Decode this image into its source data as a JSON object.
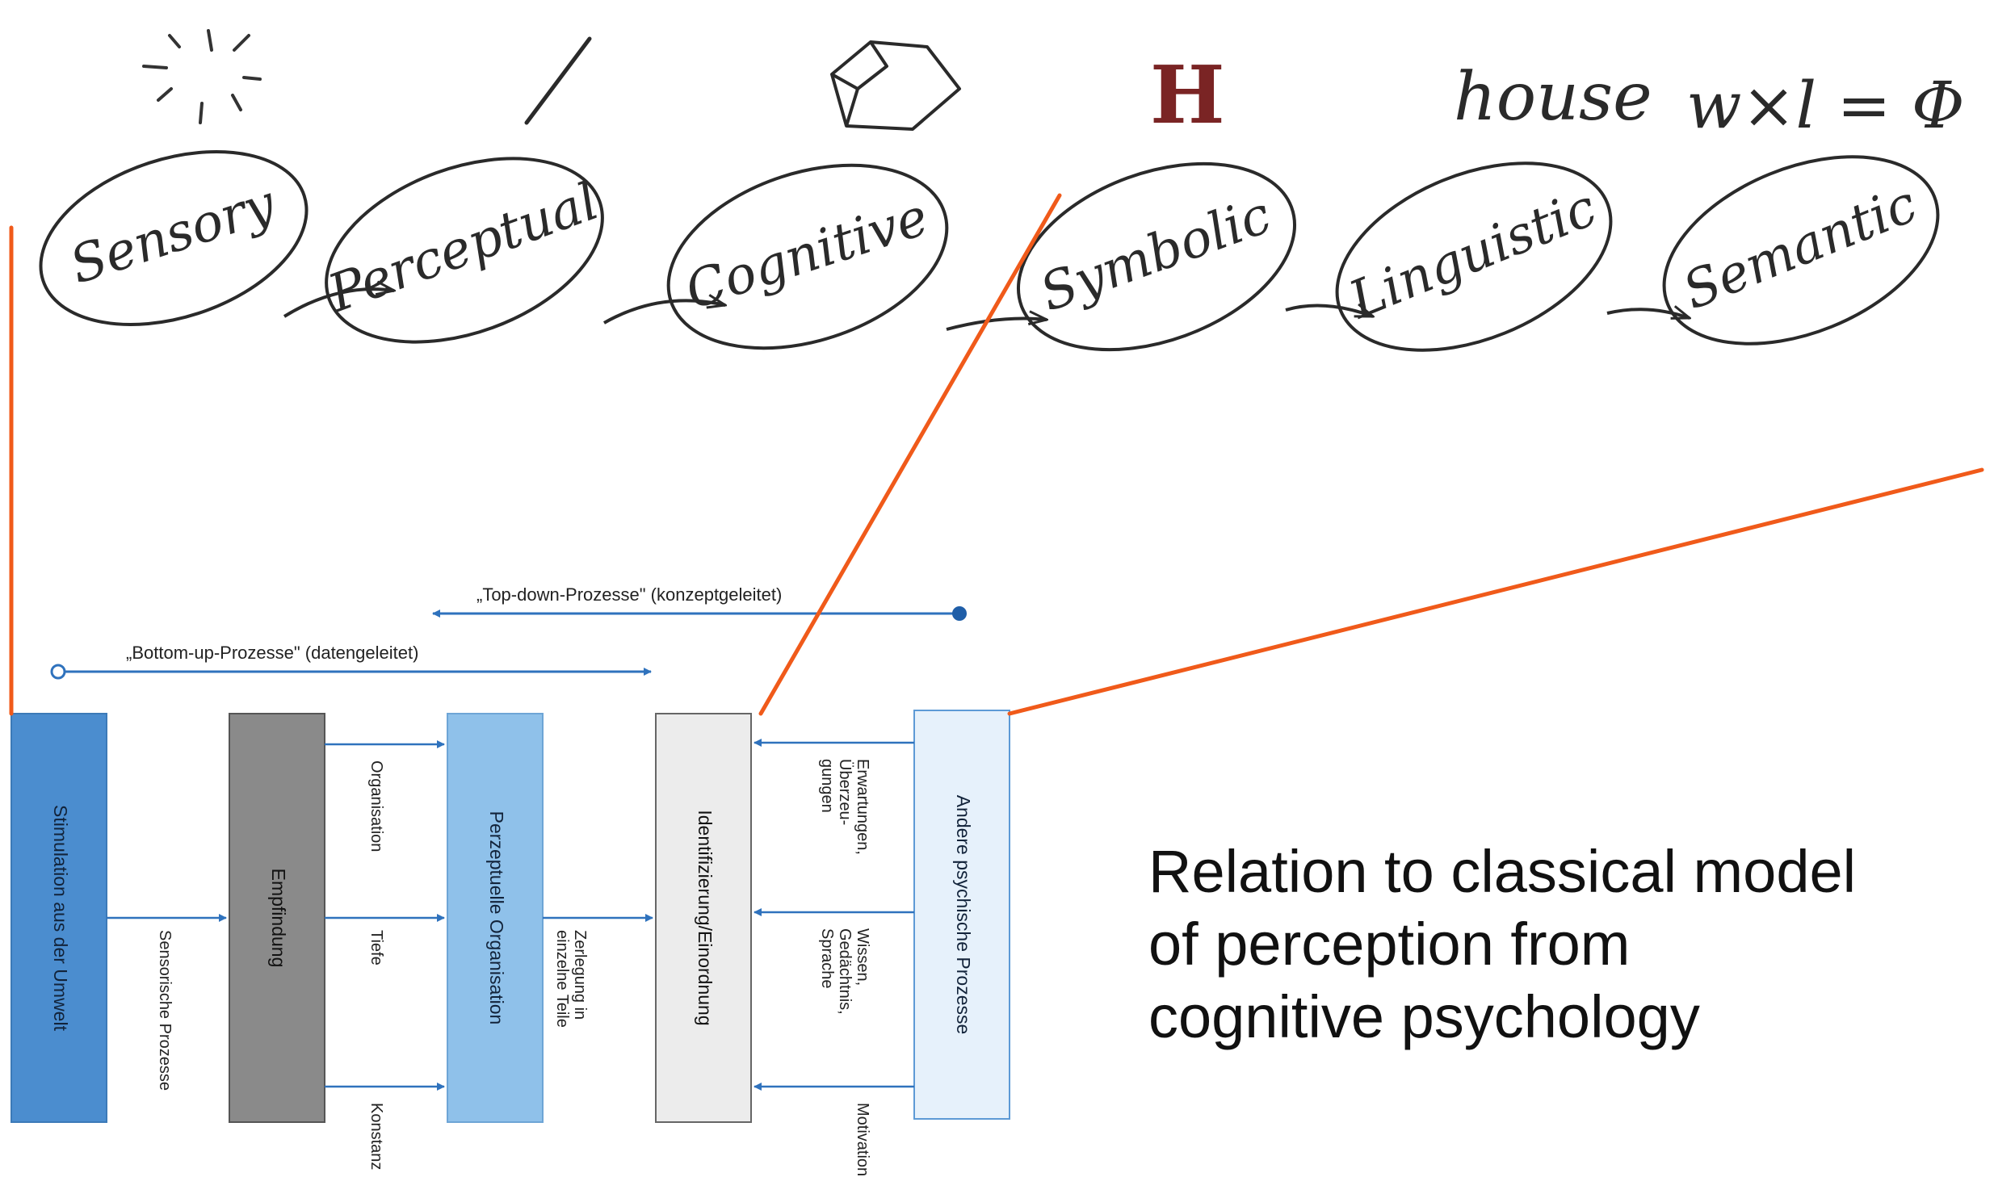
{
  "top_icons": {
    "starburst": "sensory-starburst-icon",
    "stroke": "perceptual-line-icon",
    "shape": "cognitive-house-shape-icon",
    "letter_h": "H",
    "word_house": "house",
    "formula": "w×l = Φ"
  },
  "stages": [
    "Sensory",
    "Perceptual",
    "Cognitive",
    "Symbolic",
    "Linguistic",
    "Semantic"
  ],
  "process_arrows": {
    "top_down": "„Top-down-Prozesse\" (konzeptgeleitet)",
    "bottom_up": "„Bottom-up-Prozesse\" (datengeleitet)"
  },
  "boxes": {
    "stimulation": "Stimulation aus der Umwelt",
    "empfindung": "Empfindung",
    "perzeptuelle": "Perzeptuelle Organisation",
    "identifizierung": "Identifizierung/Einordnung",
    "andere": "Andere psychische Prozesse"
  },
  "labels": {
    "sensorische": "Sensorische Prozesse",
    "organisation": "Organisation",
    "tiefe": "Tiefe",
    "konstanz": "Konstanz",
    "zerlegung": [
      "Zerlegung in",
      "einzelne Teile"
    ],
    "erwartungen": [
      "Erwartungen,",
      "Überzeu-",
      "gungen"
    ],
    "wissen": [
      "Wissen,",
      "Gedächtnis,",
      "Sprache"
    ],
    "motivation": "Motivation"
  },
  "caption": {
    "lines": [
      "Relation to classical model",
      "of perception from",
      "cognitive psychology"
    ]
  },
  "colors": {
    "orange_line": "#f05a1a",
    "arrow_blue": "#2f72bd",
    "box_dark_blue": "#4b8dcf",
    "box_gray": "#8a8a8a",
    "box_light_blue": "#8fc1ea",
    "box_light_gray": "#ececec",
    "box_pale_blue": "#e6f1fb",
    "letter_h": "#7a2424"
  }
}
